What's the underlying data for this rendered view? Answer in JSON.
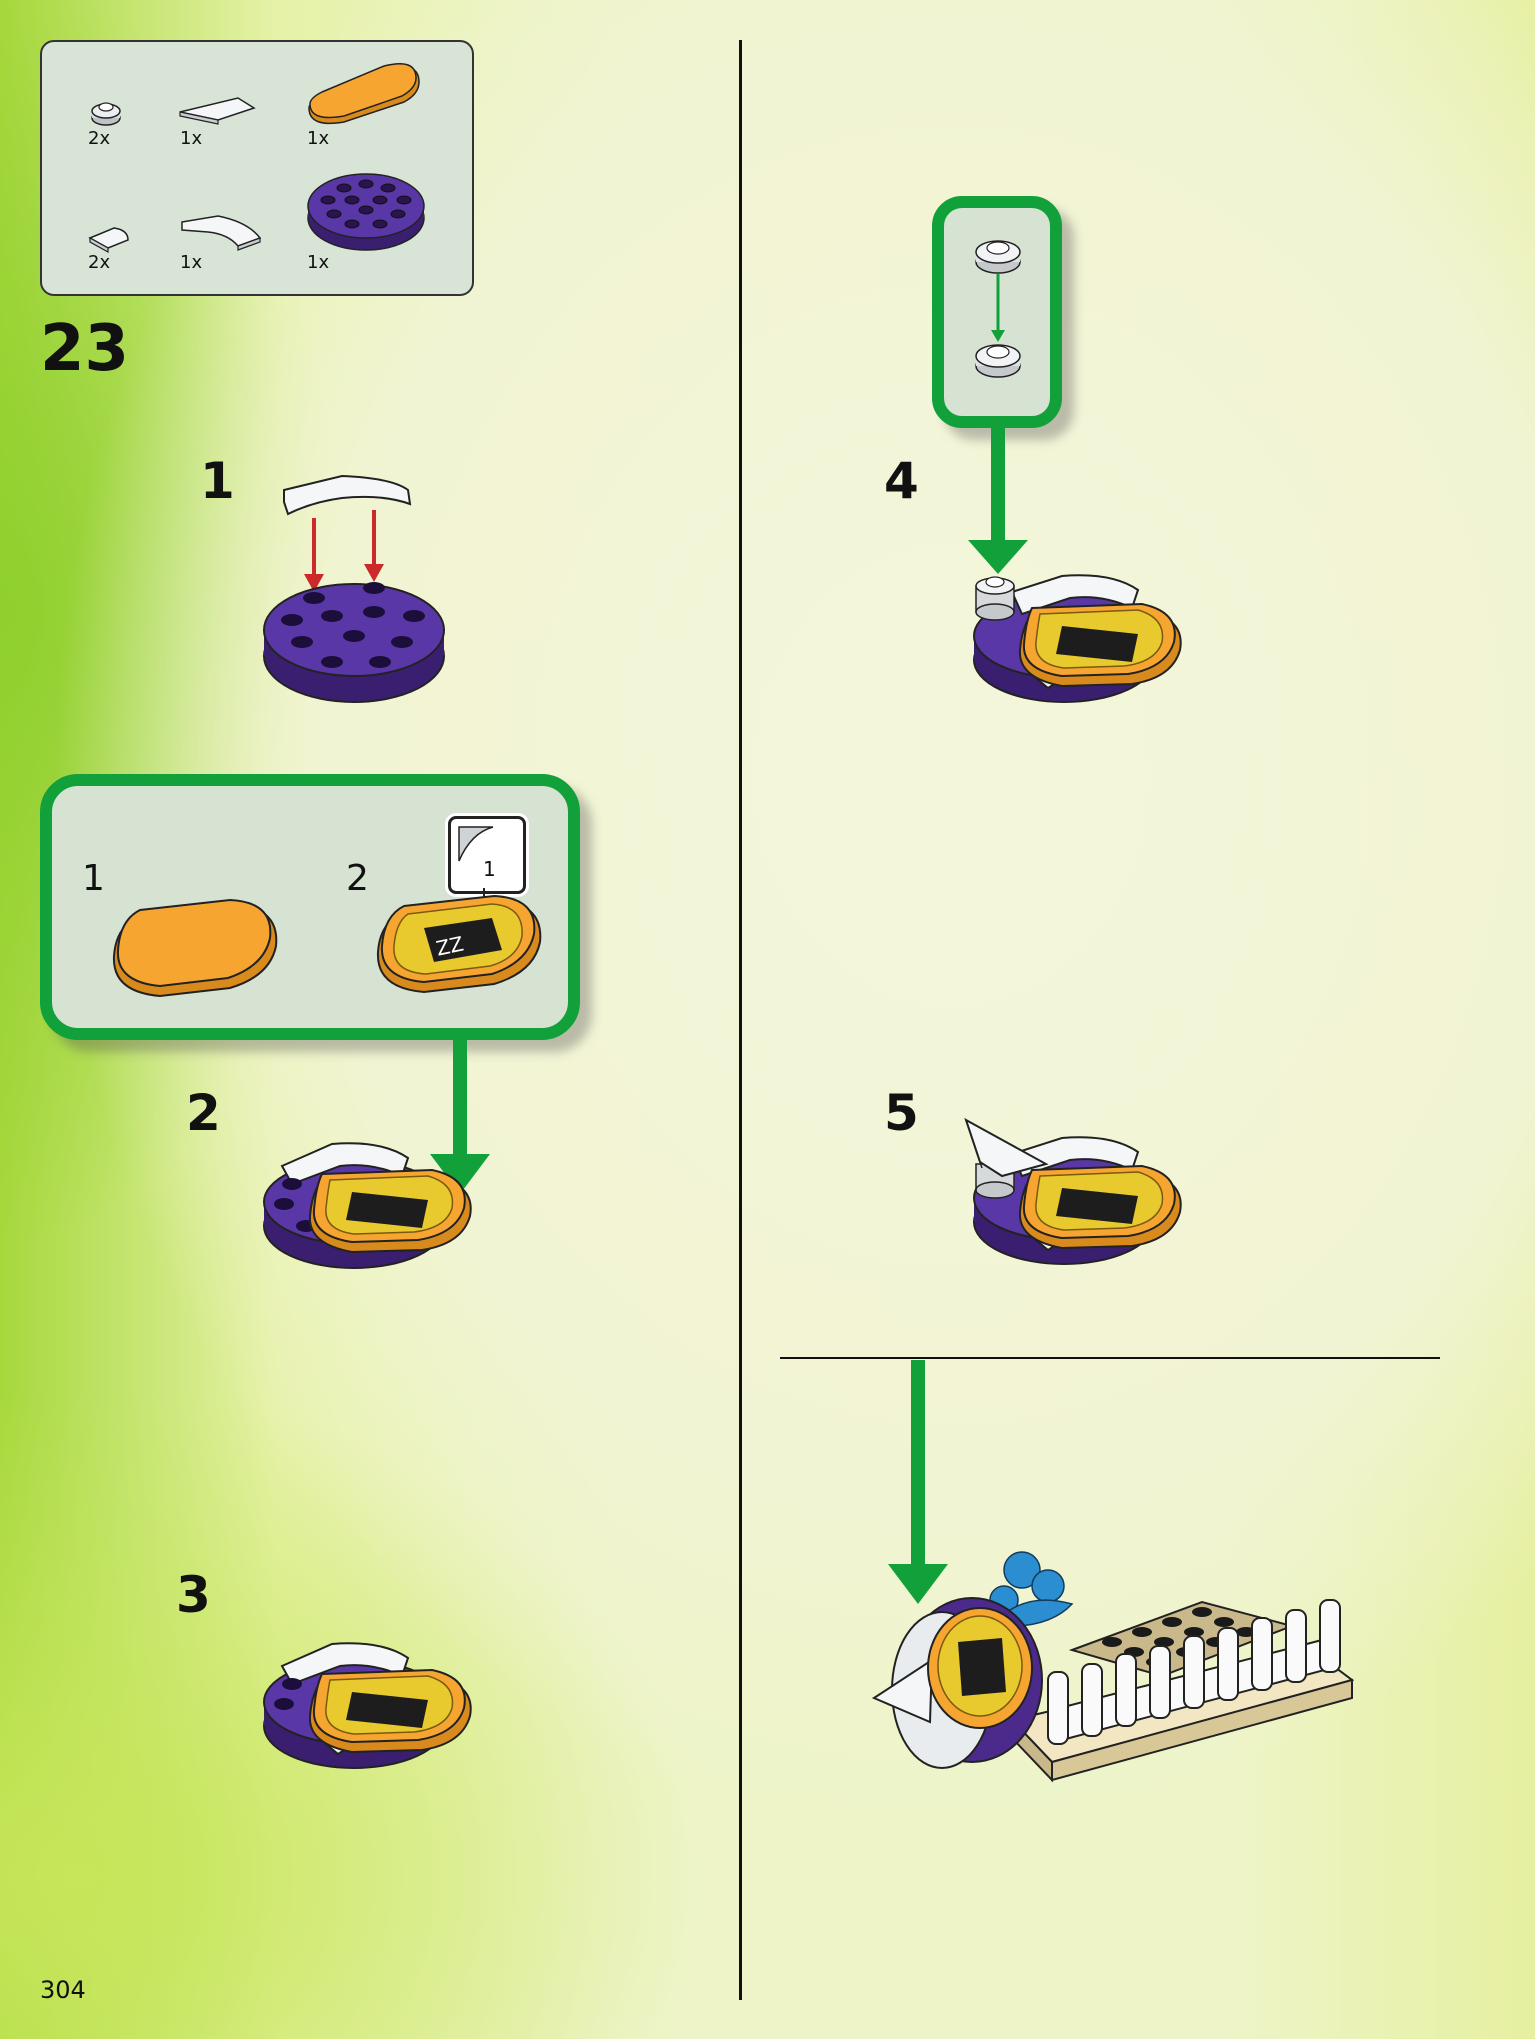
{
  "page": {
    "number": "304",
    "main_step": "23"
  },
  "parts_list": [
    {
      "qty": "2x",
      "part": "round-plate-1x1-light-gray"
    },
    {
      "qty": "1x",
      "part": "wedge-plate-white"
    },
    {
      "qty": "1x",
      "part": "oval-tile-orange"
    },
    {
      "qty": "2x",
      "part": "tile-round-corner-white"
    },
    {
      "qty": "1x",
      "part": "curved-tile-white"
    },
    {
      "qty": "1x",
      "part": "round-plate-4x4-purple"
    }
  ],
  "substeps": [
    {
      "label": "1"
    },
    {
      "label": "2"
    },
    {
      "label": "3"
    },
    {
      "label": "4"
    },
    {
      "label": "5"
    }
  ],
  "sticker_callout": {
    "step1": "1",
    "step2": "2",
    "sticker_number": "1"
  },
  "colors": {
    "callout_green": "#12a03a",
    "arrow_green": "#12a03a",
    "arrow_red": "#cc2a2a",
    "purple": "#4b2a8c",
    "orange": "#f7a531",
    "callout_bg": "#d6e2d2"
  }
}
